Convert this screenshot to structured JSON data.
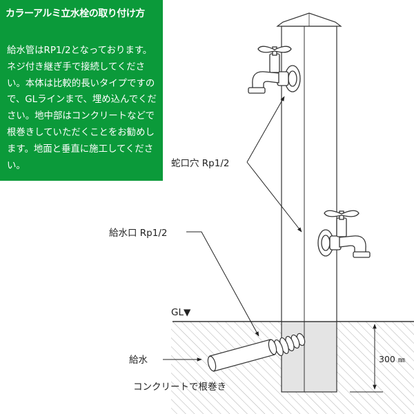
{
  "panel": {
    "title": "カラーアルミ立水栓の取り付け方",
    "body": "給水管はRP1/2となっております。ネジ付き継ぎ手で接続してください。本体は比較的長いタイプですので、GLラインまで、埋め込んでください。地中部はコンクリートなどで根巻きしていただくことをお勧めします。地面と垂直に施工してください。"
  },
  "labels": {
    "faucet_hole": "蛇口穴 Rp1/2",
    "water_inlet": "給水口 Rp1/2",
    "ground_line": "GL▼",
    "water_supply": "給水",
    "concrete": "コンクリートで根巻き",
    "depth": "300",
    "depth_unit": "㎜"
  },
  "colors": {
    "panel_green": "#0b9a3a",
    "line": "#333333",
    "underground_fill": "#e4e4e4"
  }
}
